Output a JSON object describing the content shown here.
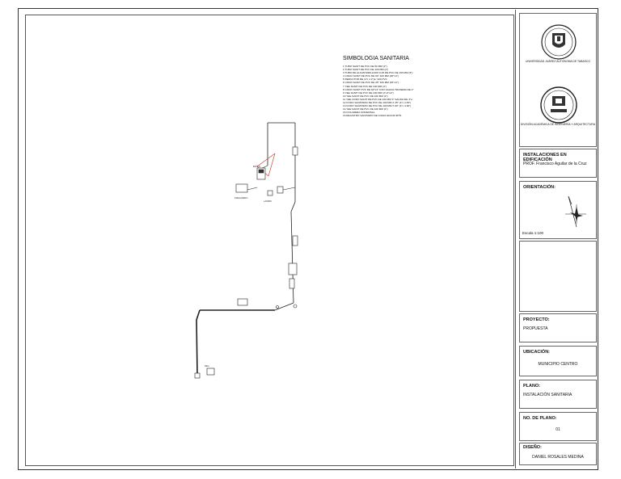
{
  "legend": {
    "title": "SIMBOLOGIA SANITARIA",
    "items": [
      "1 TUBO SANIT DE PVC DE 50 MM (2\")",
      "2 TUBO SANIT DE PVC DE 100 MM (4\")",
      "3 TUBO DE ALCANTARILLADO 6.25 DE PVC DE 150 MM (6\")",
      "4 CODO SANIT DE PVC DE 90° 100 MM (90°x4\")",
      "5 REDUCTOR DE (4\"x 4 2\")a \"100 PVC",
      "6 CODO SANIT DE PVC DE 45° 100 MM (45°x4\")",
      "7 YEE SANIT DE PVC DE 100 MM (4\")",
      "8 CODO SANIT PVC DE 90°x4\" CON SALIDA TRASERA DE 2\"",
      "9 YEE SANIT DE PVC DE 100 MM (4\"x4\"x2\")",
      "10 YEE SANIT DE PVC DE 100 MM (4\")",
      "11 YEE CODO SANIT DE PVC DE 100 MM 4\" SALIDA DE 4\"a",
      "12 CODO SANITARIO DE PVC DE 100 MM X 45° (4\"x 4 45\")",
      "13 CODO SANITARIO DE PVC DE 100 MM X 90° (4\"x 4 90\")",
      "14 YEE SANIT DE PVC DE 100 MM (4\")",
      "15 COLADERA UNIVERSAL",
      "16 REGISTRO SANITARIO DE 0.60x0.40x0.60 MTS"
    ]
  },
  "plan_labels": {
    "bano_a": "BAÑOS",
    "sink": "FREGADERO",
    "lavabo": "LAVABO",
    "reg": "REG"
  },
  "seals": {
    "top_label": "UNIVERSIDAD JUÁREZ AUTÓNOMA DE TABASCO",
    "bottom_label": "DIVISIÓN ACADÉMICA DE INGENIERÍA Y ARQUITECTURA"
  },
  "course": {
    "title": "INSTALACIONES EN EDIFICACIÓN",
    "professor": "PROF. Francisco Aguilar de la Cruz"
  },
  "orientation": {
    "title": "ORIENTACIÓN:",
    "scale": "Escala 1:100"
  },
  "project": {
    "title": "PROYECTO:",
    "value": "PROPUESTA"
  },
  "location": {
    "title": "UBICACIÓN:",
    "value": "MUNICIPIO CENTRO"
  },
  "plan": {
    "title": "PLANO:",
    "value": "INSTALACIÓN SANITARIA"
  },
  "plan_number": {
    "title": "NO. DE PLANO:",
    "value": "01"
  },
  "design": {
    "title": "DISEÑO:",
    "value": "DANIEL ROSALES MEDINA"
  }
}
